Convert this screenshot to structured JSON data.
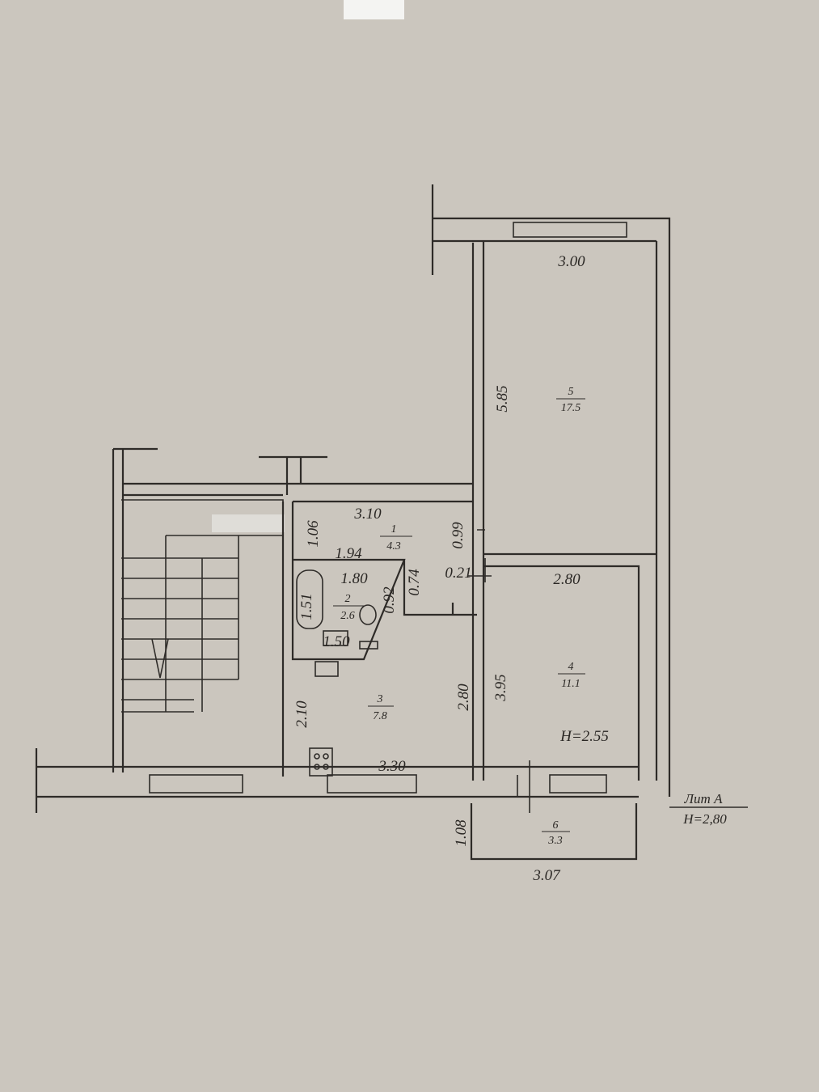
{
  "plan": {
    "rooms": [
      {
        "number": "1",
        "area": "4.3"
      },
      {
        "number": "2",
        "area": "2.6"
      },
      {
        "number": "3",
        "area": "7.8"
      },
      {
        "number": "4",
        "area": "11.1"
      },
      {
        "number": "5",
        "area": "17.5"
      },
      {
        "number": "6",
        "area": "3.3"
      }
    ],
    "dimensions": {
      "room5_width": "3.00",
      "room5_length": "5.85",
      "room1_width": "3.10",
      "room1_depth": "1.06",
      "room1_side": "0.99",
      "hall_inner": "1.94",
      "bath_width": "1.80",
      "bath_tub": "1.51",
      "bath_side": "0.92",
      "hall_step": "0.74",
      "wall_gap": "0.21",
      "bath_sink": "1.50",
      "room4_width": "2.80",
      "room4_length": "3.95",
      "room4_height": "H=2.55",
      "kitchen_depth": "2.10",
      "kitchen_side": "2.80",
      "kitchen_width": "3.30",
      "balcony_depth": "1.08",
      "balcony_width": "3.07"
    },
    "legend": {
      "title": "Лит А",
      "height": "H=2,80"
    }
  }
}
